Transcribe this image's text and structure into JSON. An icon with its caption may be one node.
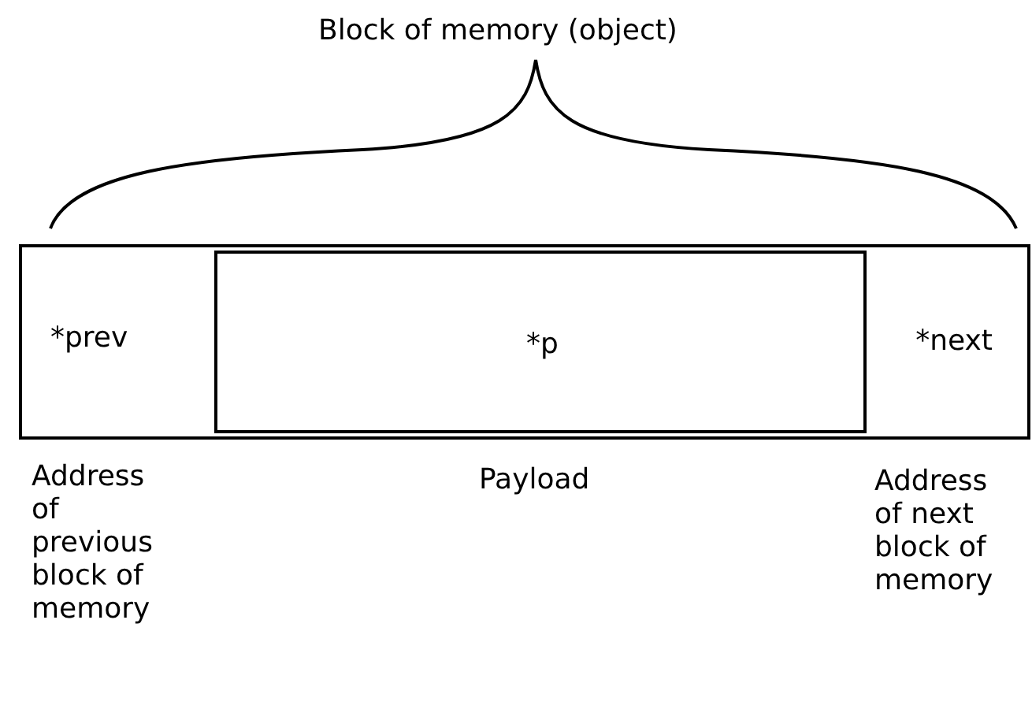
{
  "diagram": {
    "title": "Block of memory (object)",
    "nodes": [
      {
        "text": [
          "*prev",
          "*next"
        ]
      },
      {
        "text": [
          "*p"
        ],
        "in": 0
      }
    ],
    "labels": [
      "Address of previous block of memory",
      "Payload",
      "Address of next block of memory"
    ]
  }
}
